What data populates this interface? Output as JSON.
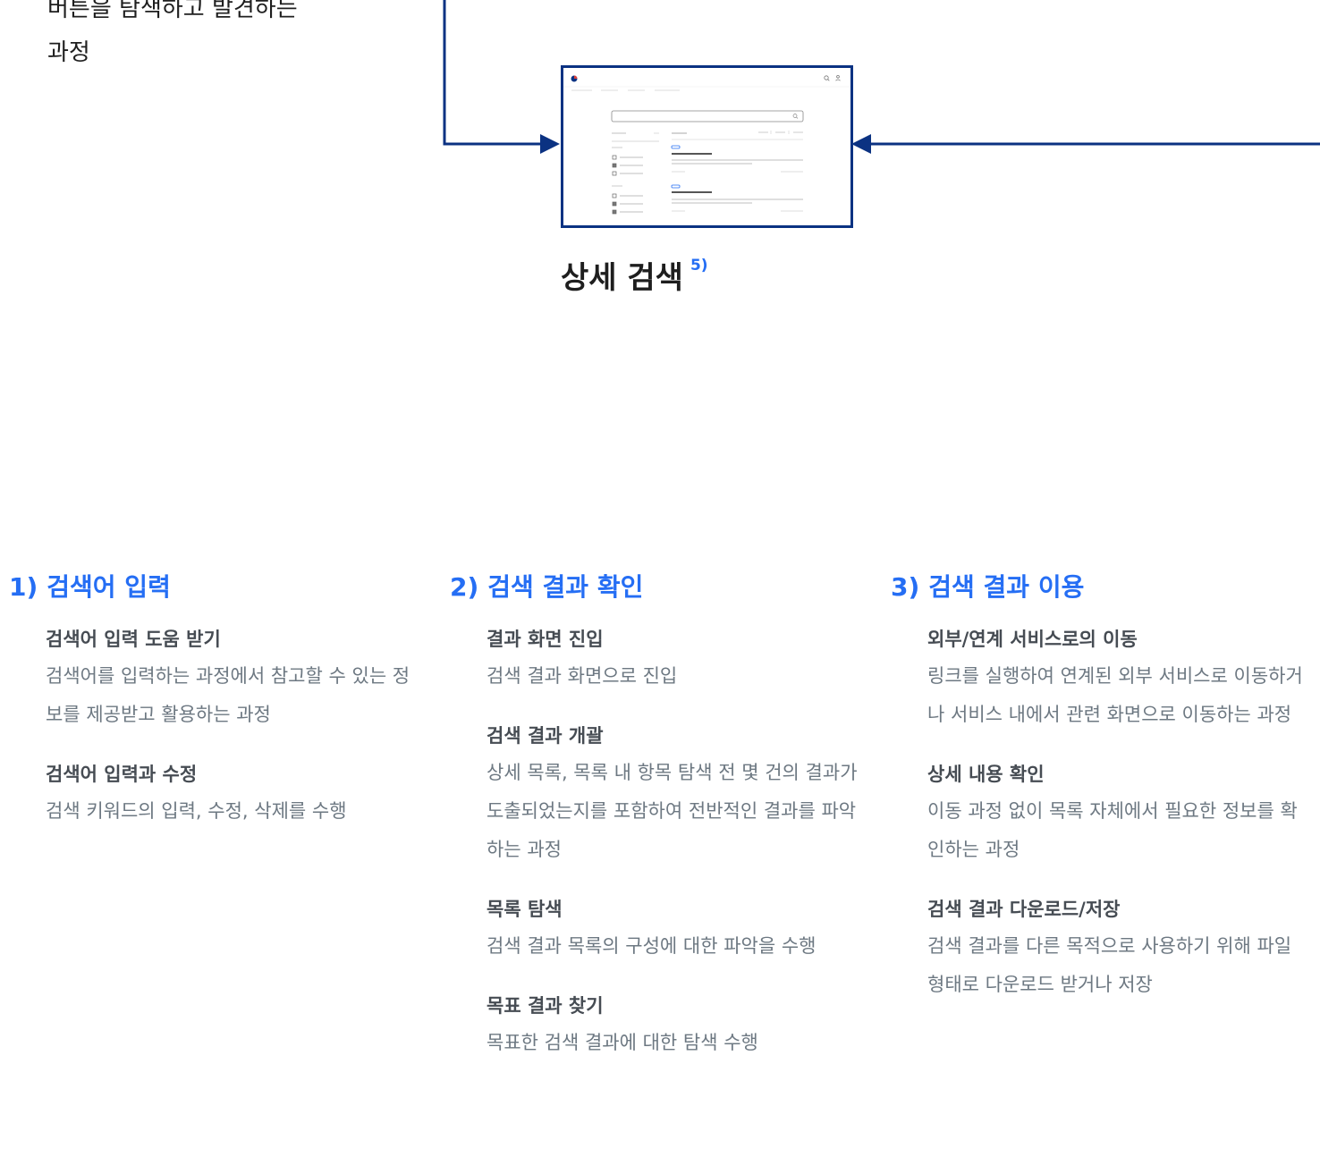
{
  "intro": {
    "lines": [
      "버튼을 탐색하고 발견하는",
      "과정"
    ]
  },
  "detail_search": {
    "title": "상세 검색",
    "footnote": "5)"
  },
  "columns": [
    {
      "num": "1)",
      "title": "검색어 입력",
      "items": [
        {
          "title": "검색어 입력 도움 받기",
          "desc": "검색어를 입력하는 과정에서 참고할 수 있는 정보를 제공받고 활용하는 과정"
        },
        {
          "title": "검색어 입력과 수정",
          "desc": "검색 키워드의 입력, 수정, 삭제를 수행"
        }
      ]
    },
    {
      "num": "2)",
      "title": "검색 결과 확인",
      "items": [
        {
          "title": "결과 화면 진입",
          "desc": "검색 결과 화면으로 진입"
        },
        {
          "title": "검색 결과 개괄",
          "desc": "상세 목록, 목록 내 항목 탐색 전 몇 건의 결과가 도출되었는지를 포함하여 전반적인 결과를 파악하는 과정"
        },
        {
          "title": "목록 탐색",
          "desc": "검색 결과 목록의 구성에 대한 파악을 수행"
        },
        {
          "title": "목표 결과 찾기",
          "desc": "목표한 검색 결과에 대한 탐색 수행"
        }
      ]
    },
    {
      "num": "3)",
      "title": "검색 결과 이용",
      "items": [
        {
          "title": "외부/연계 서비스로의 이동",
          "desc": "링크를 실행하여 연계된 외부 서비스로 이동하거나 서비스 내에서 관련 화면으로 이동하는 과정"
        },
        {
          "title": "상세 내용 확인",
          "desc": "이동 과정 없이 목록 자체에서 필요한 정보를 확인하는 과정"
        },
        {
          "title": "검색 결과 다운로드/저장",
          "desc": "검색 결과를 다른 목적으로 사용하기 위해 파일 형태로 다운로드 받거나 저장"
        }
      ]
    }
  ],
  "colors": {
    "arrow": "#0b3282",
    "accent": "#256ef4",
    "heading_text": "#1e1e1e",
    "item_title": "#464c53",
    "item_desc": "#6d7882"
  }
}
